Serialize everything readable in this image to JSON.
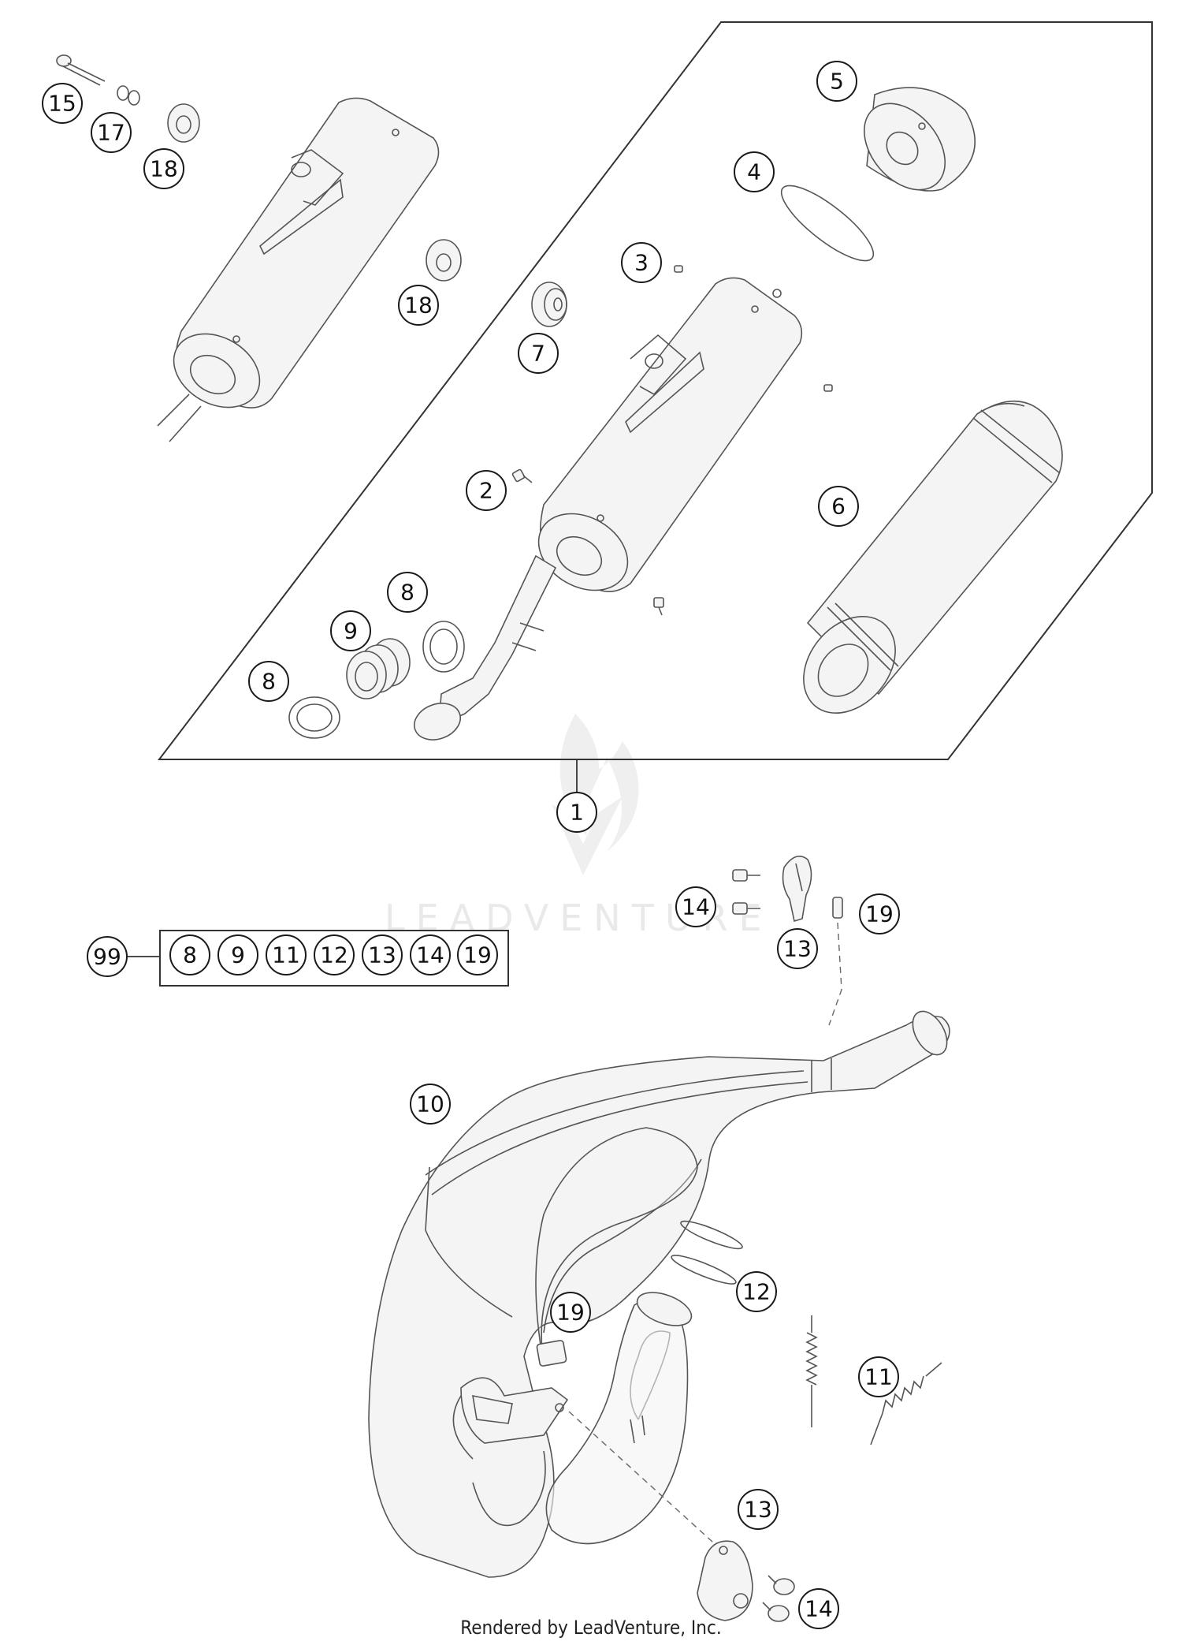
{
  "diagram": {
    "panel_callout": "1",
    "kit": {
      "callout": "99",
      "members": [
        "8",
        "9",
        "11",
        "12",
        "13",
        "14",
        "19"
      ]
    },
    "callouts": {
      "c15": "15",
      "c17": "17",
      "c18a": "18",
      "c18b": "18",
      "c5": "5",
      "c4": "4",
      "c3": "3",
      "c7": "7",
      "c2": "2",
      "c6": "6",
      "c8a": "8",
      "c9": "9",
      "c8b": "8",
      "c14a": "14",
      "c13a": "13",
      "c19a": "19",
      "c10": "10",
      "c12": "12",
      "c19b": "19",
      "c11": "11",
      "c13b": "13",
      "c14b": "14"
    },
    "watermark": "LEADVENTURE",
    "footer": "Rendered by LeadVenture, Inc."
  }
}
